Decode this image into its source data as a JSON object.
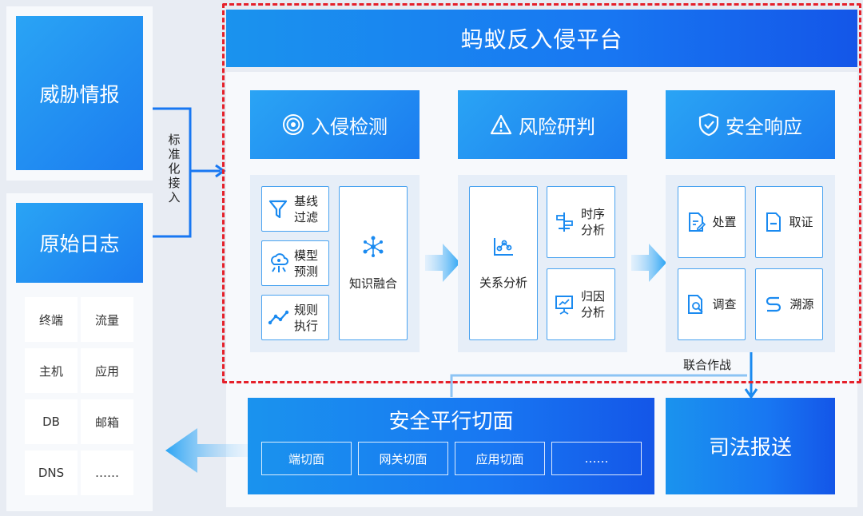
{
  "left": {
    "threat_intel": "威胁情报",
    "raw_logs": "原始日志",
    "standardized_access": "标准化接入",
    "sources": [
      "终端",
      "流量",
      "主机",
      "应用",
      "DB",
      "邮箱",
      "DNS",
      "……"
    ]
  },
  "platform": {
    "title": "蚂蚁反入侵平台",
    "columns": {
      "detect": {
        "title": "入侵检测",
        "items": [
          "基线\n过滤",
          "模型\n预测",
          "规则\n执行"
        ],
        "fusion": "知识融合"
      },
      "risk": {
        "title": "风险研判",
        "relation": "关系分析",
        "items": [
          "时序\n分析",
          "归因\n分析"
        ]
      },
      "response": {
        "title": "安全响应",
        "items": [
          "处置",
          "取证",
          "调查",
          "溯源"
        ]
      }
    },
    "joint_ops": "联合作战"
  },
  "bottom": {
    "parallel_title": "安全平行切面",
    "slices": [
      "端切面",
      "网关切面",
      "应用切面",
      "……"
    ],
    "judicial": "司法报送"
  },
  "colors": {
    "accent": "#1877f2",
    "accent_light": "#2aa4f4",
    "dashed_border": "#e5202a",
    "card_border": "#4aa3f0"
  }
}
